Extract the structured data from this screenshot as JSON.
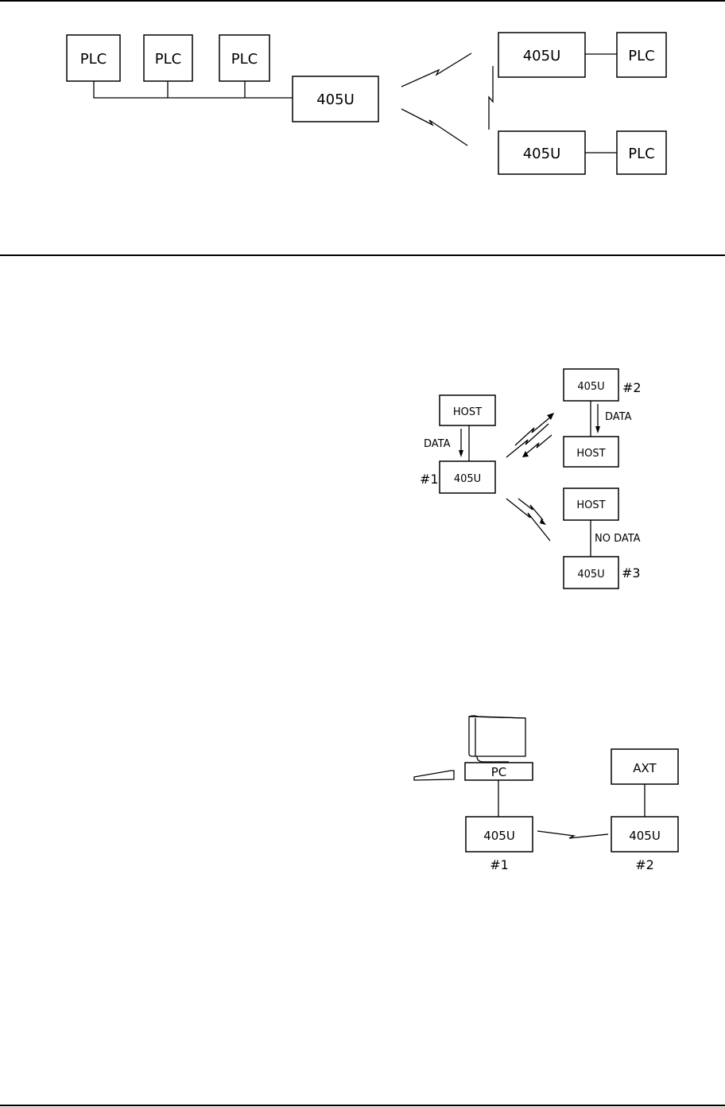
{
  "figure1": {
    "plc_a": "PLC",
    "plc_b": "PLC",
    "plc_c": "PLC",
    "master_unit": "405U",
    "remote_unit_top": "405U",
    "remote_plc_top": "PLC",
    "remote_unit_bottom": "405U",
    "remote_plc_bottom": "PLC"
  },
  "figure2": {
    "host_1": "HOST",
    "data_label_1": "DATA",
    "unit_1": "405U",
    "unit_1_num": "#1",
    "unit_2": "405U",
    "unit_2_num": "#2",
    "data_label_2": "DATA",
    "host_2": "HOST",
    "host_3": "HOST",
    "no_data_label": "NO DATA",
    "unit_3": "405U",
    "unit_3_num": "#3"
  },
  "figure3": {
    "pc": "PC",
    "unit_1": "405U",
    "unit_1_num": "#1",
    "axt": "AXT",
    "unit_2": "405U",
    "unit_2_num": "#2"
  }
}
